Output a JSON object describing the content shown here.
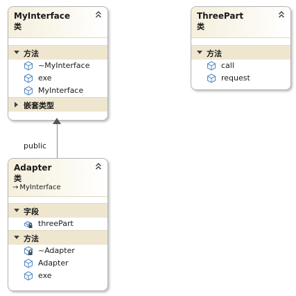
{
  "classes": {
    "myinterface": {
      "name": "MyInterface",
      "kind": "类",
      "methods_header": "方法",
      "methods": [
        "~MyInterface",
        "exe",
        "MyInterface"
      ],
      "nested_header": "嵌套类型"
    },
    "threepart": {
      "name": "ThreePart",
      "kind": "类",
      "methods_header": "方法",
      "methods": [
        "call",
        "request"
      ]
    },
    "adapter": {
      "name": "Adapter",
      "kind": "类",
      "parent": "MyInterface",
      "fields_header": "字段",
      "fields": [
        "threePart"
      ],
      "methods_header": "方法",
      "methods": [
        "~Adapter",
        "Adapter",
        "exe"
      ]
    }
  },
  "relationship": {
    "label": "public"
  },
  "icons": {
    "collapse": "double-chevron-up-icon",
    "method": "cube-method-icon",
    "private_method": "cube-method-lock-icon",
    "private_field": "field-lock-icon"
  },
  "colors": {
    "header_gradient": "#f5efdc",
    "section": "#efe6d0",
    "icon": "#5b8fc7"
  }
}
